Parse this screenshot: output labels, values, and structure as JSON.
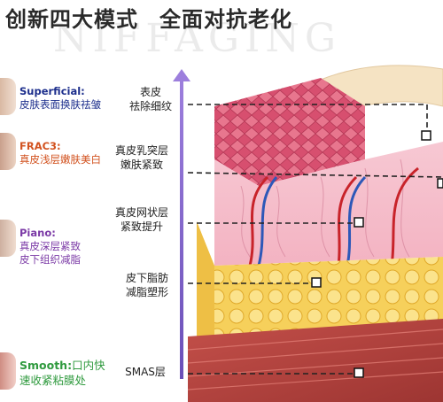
{
  "title": {
    "part1": "创新四大模式",
    "part2": "全面对抗老化"
  },
  "watermark": "NIFFAGING",
  "modes": [
    {
      "name": "Superficial:",
      "desc": "皮肤表面换肤祛皱",
      "color": "#1c2e8c"
    },
    {
      "name": "FRAC3:",
      "desc": "真皮浅层嫩肤美白",
      "color": "#d2521f"
    },
    {
      "name": "Piano:",
      "desc": "真皮深层紧致\n皮下组织减脂",
      "color": "#7b3aa6"
    },
    {
      "name": "Smooth:",
      "desc": "口内快\n速收紧粘膜处",
      "color": "#2f9a3e"
    }
  ],
  "layers": [
    {
      "label": "表皮\n祛除细纹"
    },
    {
      "label": "真皮乳突层\n嫩肤紧致"
    },
    {
      "label": "真皮网状层\n紧致提升"
    },
    {
      "label": "皮下脂肪\n减脂塑形"
    },
    {
      "label": "SMAS层"
    }
  ],
  "colors": {
    "arrow": "#7a5cc8",
    "epidermis": "#d9607a",
    "dermis": "#f2b7c6",
    "fat": "#f5c84a",
    "muscle": "#b8443f"
  }
}
